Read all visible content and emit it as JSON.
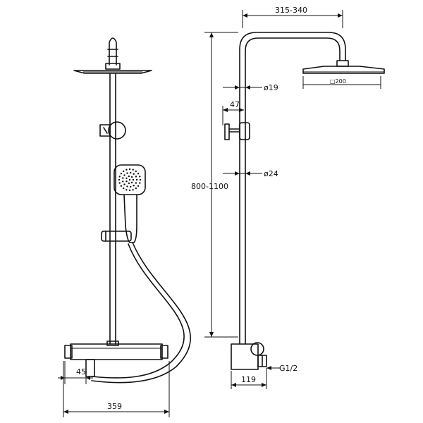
{
  "dimensions": {
    "arm_reach": "315-340",
    "upper_pipe_diameter": "ø19",
    "valve_offset": "47",
    "lower_pipe_diameter": "ø24",
    "height_range": "800-1100",
    "head_size": "□200",
    "inlet_thread": "G1/2",
    "wall_offset": "119",
    "outlet_offset": "45",
    "total_width": "359"
  },
  "colors": {
    "line": "#111111",
    "background": "#ffffff"
  }
}
